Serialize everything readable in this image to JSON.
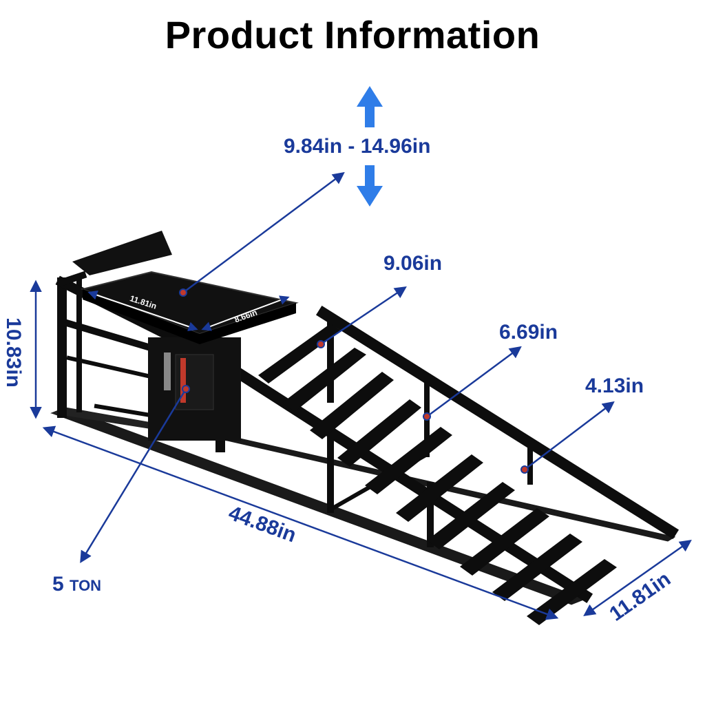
{
  "title": "Product Information",
  "colors": {
    "accent": "#1a3a9a",
    "arrow_blue": "#2f7de8",
    "ramp": "#0d0d0d"
  },
  "dimensions": {
    "lift_range": "9.84in - 14.96in",
    "step_high": "9.06in",
    "step_mid": "6.69in",
    "step_low": "4.13in",
    "height": "10.83in",
    "length": "44.88in",
    "width": "11.81in",
    "capacity_number": "5",
    "capacity_unit": "TON",
    "platform_length": "11.81in",
    "platform_width": "8.66in"
  }
}
